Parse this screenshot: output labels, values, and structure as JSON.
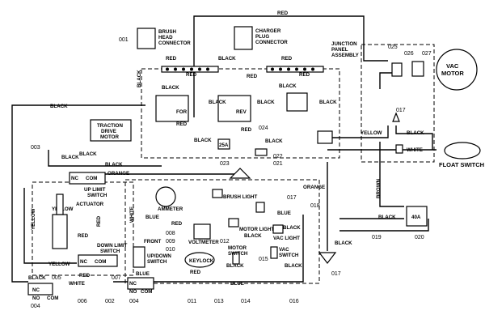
{
  "components": {
    "brush_head_connector": "BRUSH HEAD CONNECTOR",
    "charger_plug_connector": "CHARGER PLUG CONNECTOR",
    "junction_panel_assembly": "JUNCTION PANEL ASSEMBLY",
    "vac_motor": "VAC MOTOR",
    "traction_drive_motor": "TRACTION DRIVE MOTOR",
    "float_switch": "FLOAT SWITCH",
    "actuator": "ACTUATOR",
    "up_limit_switch": "UP LIMIT SWITCH",
    "down_limit_switch": "DOWN LIMIT SWITCH",
    "front": "FRONT",
    "up_down_switch": "UP/DOWN SWITCH",
    "ammeter": "AMMETER",
    "brush_light": "BRUSH LIGHT",
    "motor_light": "MOTOR LIGHT",
    "vac_light": "VAC LIGHT",
    "voltmeter": "VOLTMETER",
    "keylock": "KEYLOCK",
    "motor_switch": "MOTOR SWITCH",
    "vac_switch": "VAC SWITCH",
    "for": "FOR",
    "rev": "REV",
    "fuse_25a": "25A",
    "breaker_40a": "40A"
  },
  "contacts": {
    "nc": "NC",
    "com": "COM",
    "no": "NO"
  },
  "wire_colors": {
    "red": "RED",
    "black": "BLACK",
    "blue": "BLUE",
    "white": "WHITE",
    "yellow": "YELLOW",
    "orange": "ORANGE",
    "brown": "BROWN"
  },
  "ref_numbers": [
    "001",
    "002",
    "003",
    "004",
    "005",
    "006",
    "007",
    "008",
    "009",
    "010",
    "011",
    "012",
    "013",
    "014",
    "015",
    "016",
    "017",
    "018",
    "019",
    "020",
    "021",
    "022",
    "023",
    "024",
    "025",
    "026",
    "027"
  ]
}
